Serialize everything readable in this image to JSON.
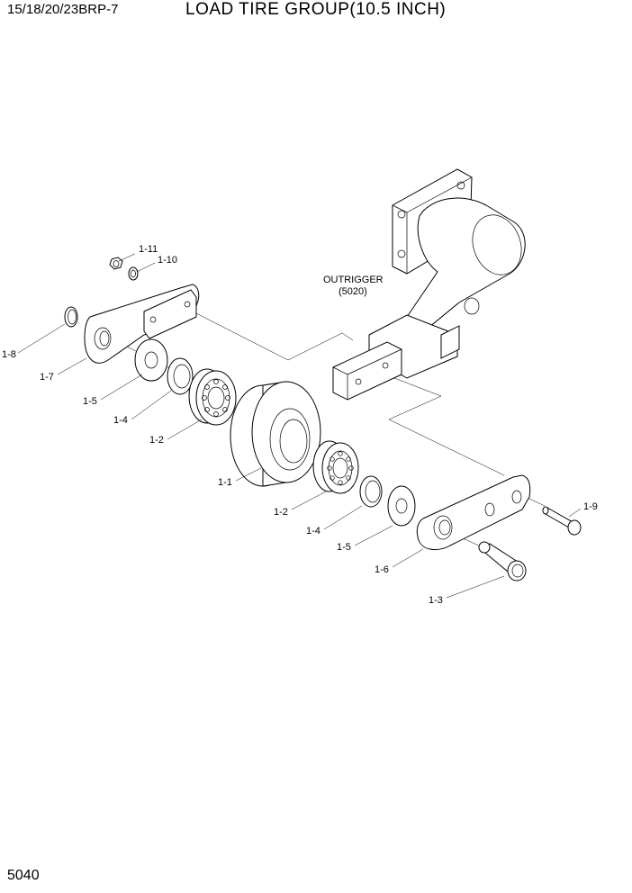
{
  "header": {
    "model": "15/18/20/23BRP-7",
    "title": "LOAD TIRE GROUP(10.5 INCH)"
  },
  "footer": {
    "page_number": "5040"
  },
  "outrigger": {
    "label": "OUTRIGGER",
    "ref": "(5020)"
  },
  "callouts": {
    "c1_1": "1-1",
    "c1_2a": "1-2",
    "c1_2b": "1-2",
    "c1_3": "1-3",
    "c1_4a": "1-4",
    "c1_4b": "1-4",
    "c1_5a": "1-5",
    "c1_5b": "1-5",
    "c1_6": "1-6",
    "c1_7": "1-7",
    "c1_8": "1-8",
    "c1_9": "1-9",
    "c1_10": "1-10",
    "c1_11": "1-11"
  }
}
